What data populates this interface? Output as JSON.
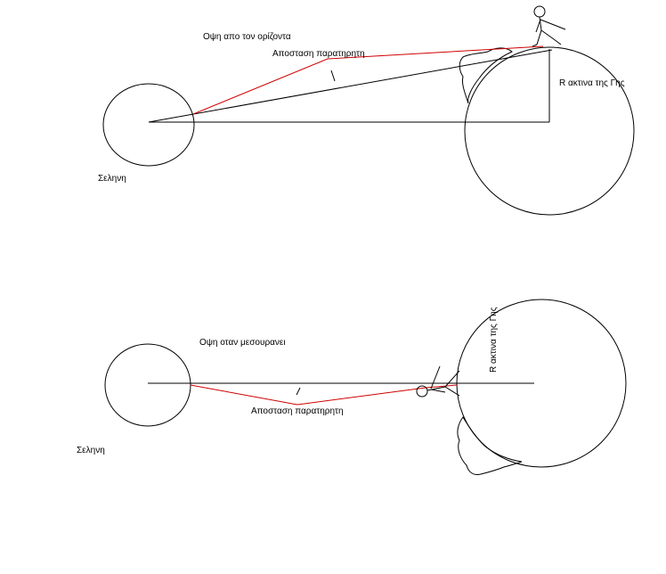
{
  "top_view": {
    "title": "Οψη απο τον ορίζοντα",
    "distance_label": "Αποσταση παρατηρητη",
    "radius_label": "R ακτινα της Γης",
    "moon_label": "Σεληνη"
  },
  "bottom_view": {
    "title": "Οψη οταν μεσουρανει",
    "distance_label": "Αποσταση παρατηρητη",
    "radius_label": "R ακτινα της Γης",
    "moon_label": "Σεληνη"
  },
  "colors": {
    "lines": "#000000",
    "observer_distance": "#d00000",
    "background": "#ffffff"
  }
}
